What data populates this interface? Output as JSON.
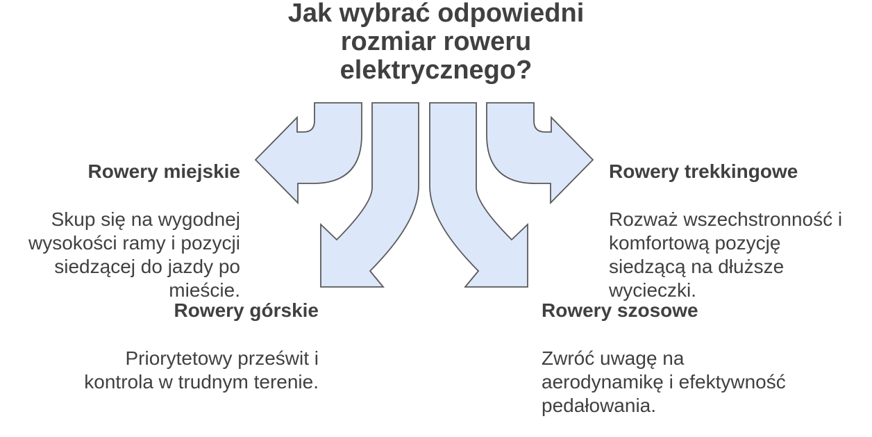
{
  "title": {
    "text": "Jak wybrać odpowiedni\nrozmiar roweru\nelektrycznego?"
  },
  "colors": {
    "arrow_fill": "#dce7f9",
    "arrow_stroke": "#5a5a5a",
    "text_color": "#404040"
  },
  "branches": [
    {
      "label": "Rowery miejskie",
      "description": "Skup się na wygodnej\nwysokości ramy i pozycji\nsiedzącej do jazdy po\nmieście.",
      "direction": "left"
    },
    {
      "label": "Rowery trekkingowe",
      "description": "Rozważ wszechstronność i\nkomfortową pozycję\nsiedzącą na dłuższe\nwycieczki.",
      "direction": "right"
    },
    {
      "label": "Rowery górskie",
      "description": "Priorytetowy prześwit i\nkontrola w trudnym terenie.",
      "direction": "down-left"
    },
    {
      "label": "Rowery szosowe",
      "description": "Zwróć uwagę na\naerodynamikę i efektywność\npedałowania.",
      "direction": "down-right"
    }
  ]
}
